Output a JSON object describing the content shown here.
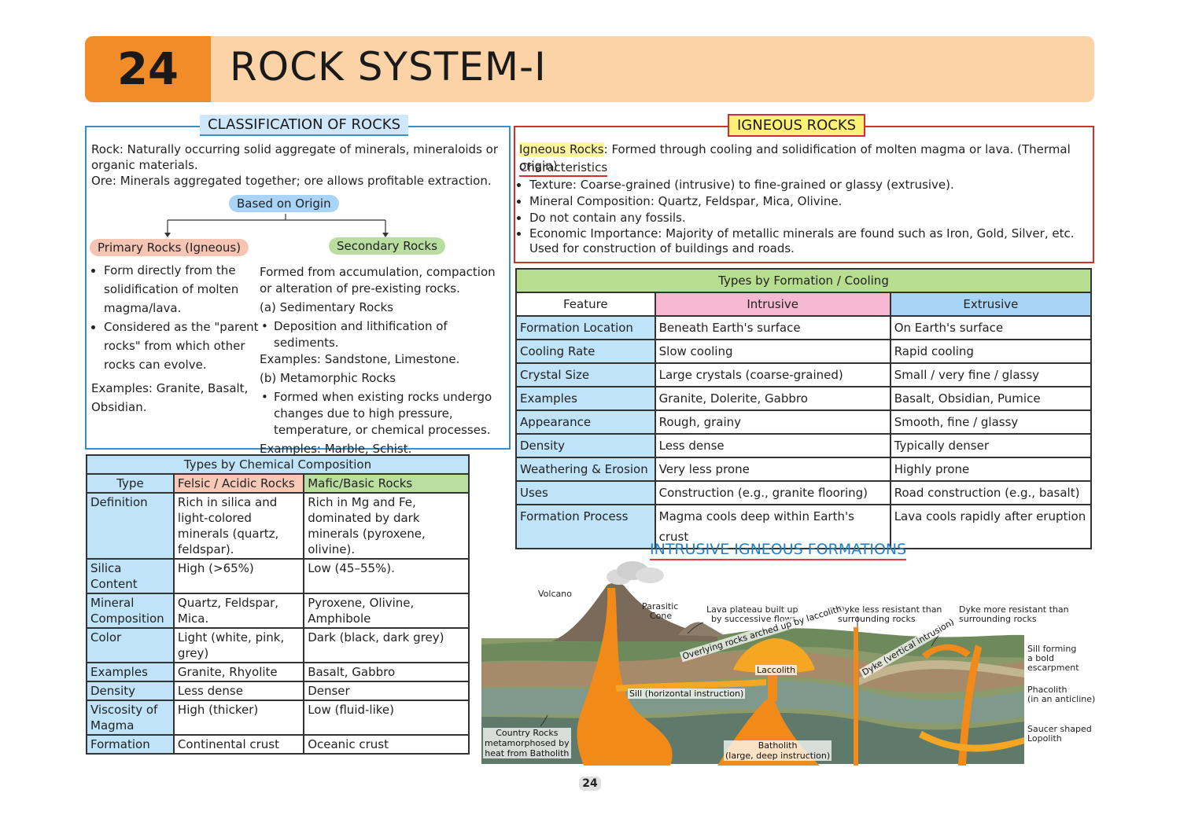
{
  "header": {
    "chapter_number": "24",
    "title": "ROCK SYSTEM-I"
  },
  "classification": {
    "title": "CLASSIFICATION OF ROCKS",
    "rock_def": "Rock: Naturally occurring solid aggregate of minerals, mineraloids or organic materials.",
    "ore_def": "Ore: Minerals aggregated together; ore allows profitable extraction.",
    "origin_label": "Based on Origin",
    "primary": {
      "label": "Primary Rocks (Igneous)",
      "bullets": [
        "Form directly from the solidification of molten magma/lava.",
        "Considered as the \"parent rocks\" from which other rocks can evolve."
      ],
      "examples": "Examples: Granite, Basalt, Obsidian."
    },
    "secondary": {
      "label": "Secondary Rocks",
      "intro": "Formed from accumulation, compaction or alteration of pre-existing rocks.",
      "a_label": "(a) Sedimentary Rocks",
      "a_bullet": "Deposition and lithification of sediments.",
      "a_examples": "Examples: Sandstone, Limestone.",
      "b_label": "(b) Metamorphic Rocks",
      "b_bullet": "Formed when existing rocks undergo changes due to high pressure, temperature, or chemical processes.",
      "b_examples": "Examples: Marble, Schist."
    }
  },
  "igneous": {
    "title": "IGNEOUS ROCKS",
    "def_label": "Igneous Rocks",
    "def_text": ": Formed through cooling and solidification of molten magma or lava. (Thermal origin)",
    "char_label": "Characteristics",
    "characteristics": [
      "Texture: Coarse-grained (intrusive) to fine-grained or glassy (extrusive).",
      "Mineral Composition: Quartz, Feldspar, Mica, Olivine.",
      "Do not contain any fossils.",
      "Economic Importance: Majority of metallic minerals are found such as Iron, Gold, Silver, etc. Used for construction of buildings and roads."
    ]
  },
  "chem_table": {
    "title": "Types by Chemical Composition",
    "headers": [
      "Type",
      "Felsic / Acidic Rocks",
      "Mafic/Basic Rocks"
    ],
    "rows": [
      [
        "Definition",
        "Rich in silica and light-colored minerals (quartz, feldspar).",
        "Rich in Mg and Fe, dominated by dark minerals (pyroxene, olivine)."
      ],
      [
        "Silica Content",
        "High (>65%)",
        "Low (45–55%)."
      ],
      [
        "Mineral Composition",
        "Quartz, Feldspar, Mica.",
        "Pyroxene, Olivine, Amphibole"
      ],
      [
        "Color",
        "Light (white, pink, grey)",
        "Dark (black, dark grey)"
      ],
      [
        "Examples",
        "Granite, Rhyolite",
        "Basalt, Gabbro"
      ],
      [
        "Density",
        "Less dense",
        "Denser"
      ],
      [
        "Viscosity of Magma",
        "High (thicker)",
        "Low (fluid-like)"
      ],
      [
        "Formation",
        "Continental crust",
        "Oceanic crust"
      ]
    ]
  },
  "form_table": {
    "title": "Types by Formation / Cooling",
    "headers": [
      "Feature",
      "Intrusive",
      "Extrusive"
    ],
    "rows": [
      [
        "Formation Location",
        "Beneath Earth's surface",
        "On Earth's surface"
      ],
      [
        "Cooling Rate",
        "Slow cooling",
        "Rapid cooling"
      ],
      [
        "Crystal Size",
        "Large crystals (coarse-grained)",
        "Small / very fine / glassy"
      ],
      [
        "Examples",
        "Granite, Dolerite, Gabbro",
        "Basalt, Obsidian, Pumice"
      ],
      [
        "Appearance",
        "Rough, grainy",
        "Smooth, fine / glassy"
      ],
      [
        "Density",
        "Less dense",
        "Typically denser"
      ],
      [
        "Weathering & Erosion",
        "Very less prone",
        "Highly prone"
      ],
      [
        "Uses",
        "Construction (e.g., granite flooring)",
        "Road construction (e.g., basalt)"
      ],
      [
        "Formation Process",
        "Magma cools deep within Earth's crust",
        "Lava cools rapidly after eruption"
      ]
    ]
  },
  "diagram": {
    "title": "INTRUSIVE IGNEOUS FORMATIONS",
    "labels": {
      "volcano": "Volcano",
      "parasitic_1": "Parasitic",
      "parasitic_2": "Cone",
      "lava_plateau_1": "Lava plateau built up",
      "lava_plateau_2": "by successive flows",
      "dyke_less_1": "Dyke less resistant than",
      "dyke_less_2": "surrounding rocks",
      "dyke_more_1": "Dyke more resistant than",
      "dyke_more_2": "surrounding rocks",
      "sill_bold_1": "Sill forming",
      "sill_bold_2": "a bold",
      "sill_bold_3": "escarpment",
      "phacolith_1": "Phacolith",
      "phacolith_2": "(in an anticline)",
      "saucer_1": "Saucer shaped",
      "saucer_2": "Lopolith",
      "overlying": "Overlying rocks arched up by laccolith",
      "laccolith": "Laccolith",
      "dyke_vertical": "Dyke (vertical intrusion)",
      "sill_horizontal": "Sill (horizontal instruction)",
      "country_1": "Country Rocks",
      "country_2": "metamorphosed by",
      "country_3": "heat from Batholith",
      "batholith_1": "Batholith",
      "batholith_2": "(large, deep instruction)"
    }
  },
  "page_number": "24"
}
